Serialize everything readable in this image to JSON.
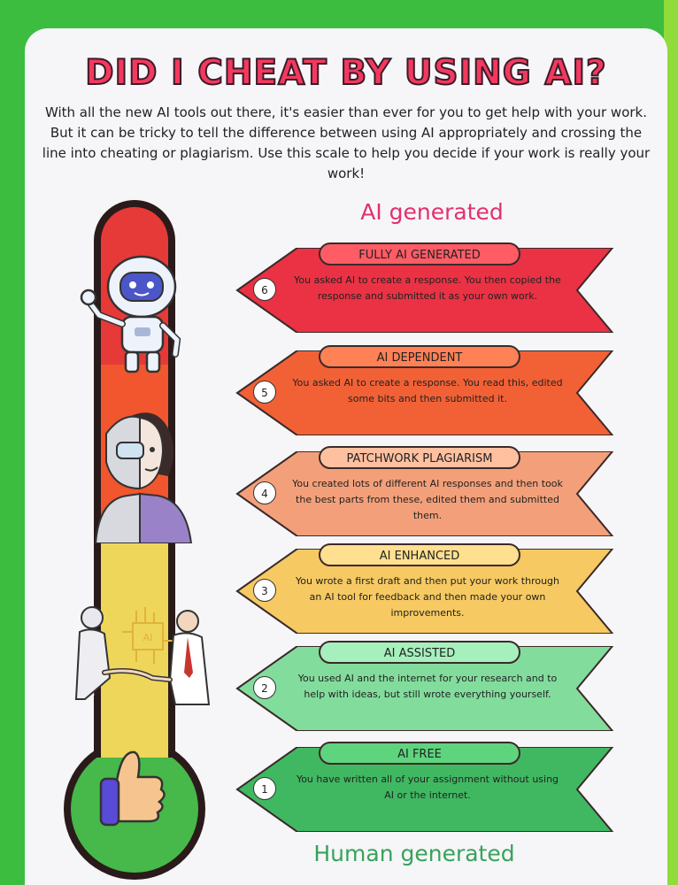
{
  "poster": {
    "title": "DID I CHEAT BY USING AI?",
    "intro": "With all the new AI tools out there, it's easier than ever for you to get help with your work. But it can be tricky to tell the difference between using AI appropriately and crossing the line into cheating or plagiarism. Use this scale to help you decide if your work is really your work!",
    "top_label": "AI generated",
    "bottom_label": "Human generated"
  },
  "levels": [
    {
      "number": "6",
      "name": "FULLY AI GENERATED",
      "description": "You asked AI to create a response. You then copied the response and submitted it as your own work.",
      "color": "#ea3244",
      "pill_color": "#ff5c66"
    },
    {
      "number": "5",
      "name": "AI DEPENDENT",
      "description": "You asked AI to create a response. You read this, edited some bits and then submitted it.",
      "color": "#f26136",
      "pill_color": "#ff8156"
    },
    {
      "number": "4",
      "name": "PATCHWORK PLAGIARISM",
      "description": "You created lots of different AI responses and then took the best parts from these, edited them and submitted them.",
      "color": "#f3a07a",
      "pill_color": "#ffc0a0"
    },
    {
      "number": "3",
      "name": "AI ENHANCED",
      "description": "You wrote a first draft and then put your work through an AI tool for feedback and then made your own improvements.",
      "color": "#f6c962",
      "pill_color": "#ffe090"
    },
    {
      "number": "2",
      "name": "AI ASSISTED",
      "description": "You used AI and the internet for your research and to help with ideas, but still wrote everything yourself.",
      "color": "#82dd9c",
      "pill_color": "#a6f0bd"
    },
    {
      "number": "1",
      "name": "AI FREE",
      "description": "You have written all of your assignment without using AI or the internet.",
      "color": "#40b862",
      "pill_color": "#5fd47f"
    }
  ],
  "colors": {
    "title": "#f3395d",
    "background": "#3dbd3f",
    "thermo_top": "#e53a37",
    "thermo_mid": "#f1562e",
    "thermo_yellow": "#eed65a",
    "thermo_bulb": "#47b84a"
  },
  "icons": [
    "robot-icon",
    "half-robot-woman-icon",
    "handshake-icon",
    "thumbs-up-icon"
  ]
}
